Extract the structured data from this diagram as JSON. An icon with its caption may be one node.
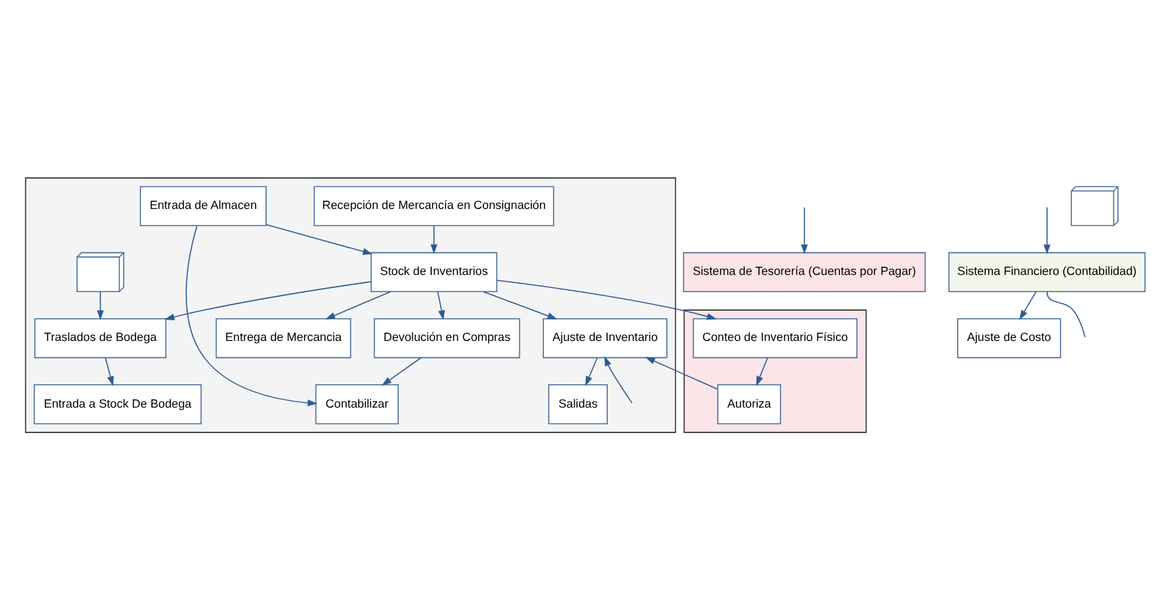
{
  "diagram": {
    "nodes": [
      {
        "text": [],
        "shape": "box"
      },
      {
        "text": [
          "Recepción de Mercancía en Consignación"
        ],
        "in": 0
      },
      {
        "text": [
          "Entrada de Almacen"
        ],
        "in": 0
      },
      {
        "text": [
          "Contabilizar"
        ],
        "in": 0
      },
      {
        "text": [
          "Stock de Inventarios"
        ],
        "in": 0
      },
      {
        "text": [
          "Devolución en Compras"
        ],
        "in": 0
      },
      {
        "text": [
          "Ajuste de Inventario"
        ],
        "in": 0
      },
      {
        "text": [
          "Salidas"
        ],
        "in": 0
      },
      {
        "text": [
          "Traslados de Bodega"
        ],
        "in": 0
      },
      {
        "text": [
          "Entrada a Stock De Bodega"
        ],
        "in": 0
      },
      {
        "text": [
          "Entrega de Mercancia"
        ],
        "in": 0
      },
      {
        "text": [],
        "shape": "picture",
        "in": 0
      },
      {
        "text": [],
        "shape": "box"
      },
      {
        "text": [
          "Conteo de Inventario Físico"
        ],
        "in": 12
      },
      {
        "text": [
          "Autoriza"
        ],
        "in": 12
      },
      {
        "text": [
          "Sistema de Tesorería (Cuentas por Pagar)"
        ]
      },
      {
        "text": [
          "Sistema Financiero (Contabilidad)"
        ]
      },
      {
        "text": [
          "Ajuste de Costo"
        ]
      },
      {
        "text": [],
        "shape": "picture"
      }
    ],
    "edges": [
      {
        "from": 1,
        "to": 4,
        "arrow": "to"
      },
      {
        "from": 2,
        "to": 4,
        "arrow": "to"
      },
      {
        "from": 2,
        "to": 3,
        "arrow": "to"
      },
      {
        "from": 4,
        "to": 13,
        "arrow": "to"
      },
      {
        "from": 4,
        "to": 5,
        "arrow": "to"
      },
      {
        "from": 5,
        "to": 3,
        "arrow": "to"
      },
      {
        "from": 4,
        "to": 6,
        "arrow": "to"
      },
      {
        "from": 4,
        "to": 8,
        "arrow": "to"
      },
      {
        "from": 4,
        "to": 10,
        "arrow": "to"
      },
      {
        "from": 13,
        "to": 14,
        "arrow": "to"
      },
      {
        "from": 14,
        "to": 6,
        "arrow": "to"
      },
      {
        "from": null,
        "to": 6,
        "arrow": "to"
      },
      {
        "from": 6,
        "to": 7,
        "arrow": "to"
      },
      {
        "from": 8,
        "to": 9,
        "arrow": "to"
      },
      {
        "from": 11,
        "to": 8,
        "arrow": "to"
      },
      {
        "from": null,
        "to": 15,
        "arrow": "to"
      },
      {
        "from": 16,
        "to": null,
        "arrow": "none"
      },
      {
        "from": 16,
        "to": 17,
        "arrow": "to"
      },
      {
        "from": null,
        "to": 16,
        "arrow": "to"
      }
    ]
  }
}
